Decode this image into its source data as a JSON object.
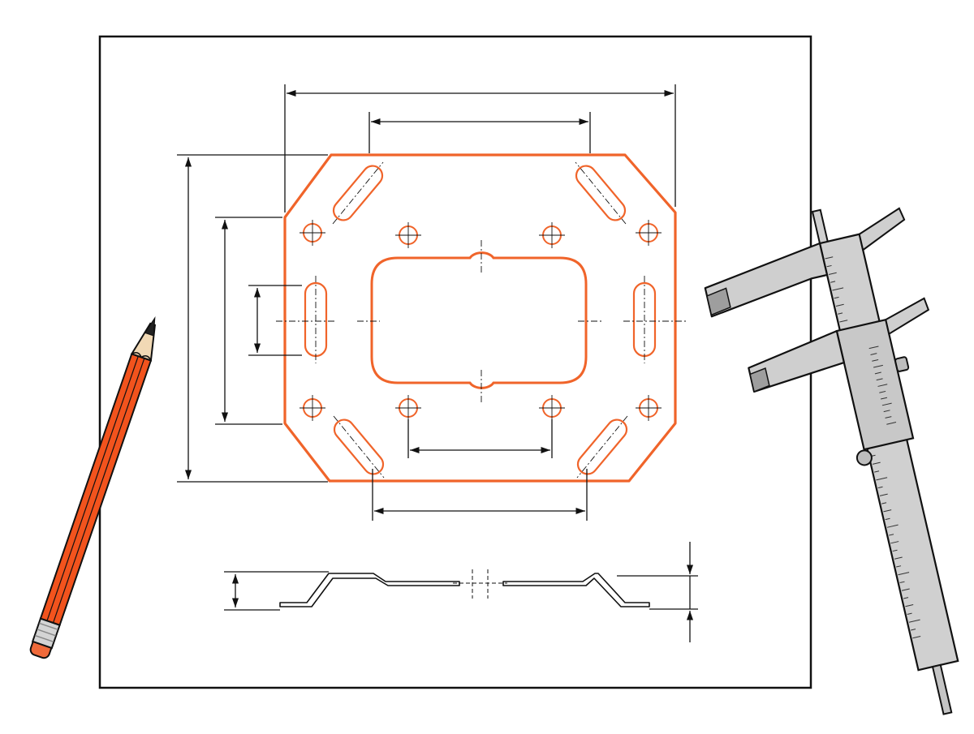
{
  "colors": {
    "part_outline": "#f0642a",
    "dimension_line": "#111111",
    "sheet_border": "#111111",
    "sheet_fill": "#ffffff",
    "pencil_body": "#f2531d",
    "pencil_wood": "#f1d9b5",
    "pencil_ferrule": "#cfcfcf",
    "pencil_eraser": "#f06a3a",
    "caliper_body": "#c9c9c9",
    "caliper_shadow": "#a8a8a8"
  },
  "drawing": {
    "views": [
      "top-view",
      "side-view"
    ],
    "top_view_features": {
      "slotted_holes_diagonal": 4,
      "slotted_holes_vertical": 2,
      "round_holes": 8,
      "center_cutout": 1
    }
  },
  "objects": {
    "pencil": "pencil",
    "caliper": "vernier-caliper"
  }
}
